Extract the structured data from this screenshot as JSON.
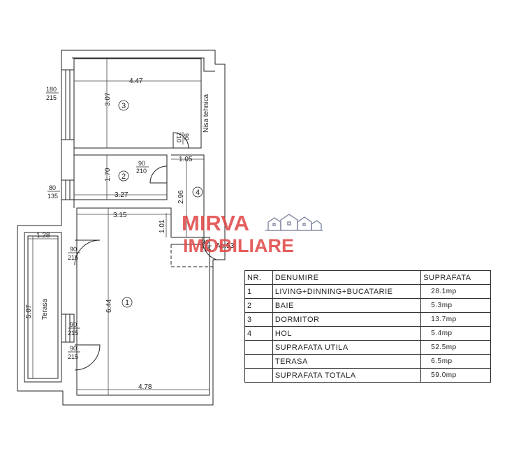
{
  "logo": {
    "line1": "MIRVA",
    "line2": "IMOBILIARE",
    "color": "#e04444",
    "icon": "houses-icon"
  },
  "plan": {
    "apartment_label": "Ap.53",
    "technical_niche": "Nisa tehnica",
    "terrace_label": "Terasa",
    "rooms": [
      {
        "number": "1"
      },
      {
        "number": "2"
      },
      {
        "number": "3"
      },
      {
        "number": "4"
      }
    ],
    "dimensions": {
      "room3_width": "4.47",
      "room3_depth": "3.07",
      "room2_depth": "1.70",
      "room2_width": "3.27",
      "hall_width": "1.05",
      "hall_depth": "2.96",
      "hall_short": "1.01",
      "living_top": "3.15",
      "living_depth": "6.44",
      "living_bottom": "4.78",
      "terrace_depth": "5.07",
      "terrace_width": "1.28"
    },
    "windows": [
      {
        "top": "180",
        "bottom": "215"
      },
      {
        "top": "80",
        "bottom": "135"
      },
      {
        "top": "90",
        "bottom": "215"
      },
      {
        "top": "90",
        "bottom": "215"
      },
      {
        "top": "90",
        "bottom": "215"
      }
    ],
    "doors": [
      {
        "top": "90",
        "bottom": "210"
      },
      {
        "top": "90",
        "bottom": "210"
      },
      {
        "top": "90",
        "bottom": "215"
      }
    ]
  },
  "table": {
    "headers": [
      "NR.",
      "DENUMIRE",
      "SUPRAFATA"
    ],
    "rows": [
      [
        "1",
        "LIVING+DINNING+BUCATARIE",
        "28.1mp"
      ],
      [
        "2",
        "BAIE",
        "5.3mp"
      ],
      [
        "3",
        "DORMITOR",
        "13.7mp"
      ],
      [
        "4",
        "HOL",
        "5.4mp"
      ],
      [
        "",
        "SUPRAFATA UTILA",
        "52.5mp"
      ],
      [
        "",
        "TERASA",
        "6.5mp"
      ],
      [
        "",
        "SUPRAFATA TOTALA",
        "59.0mp"
      ]
    ]
  }
}
